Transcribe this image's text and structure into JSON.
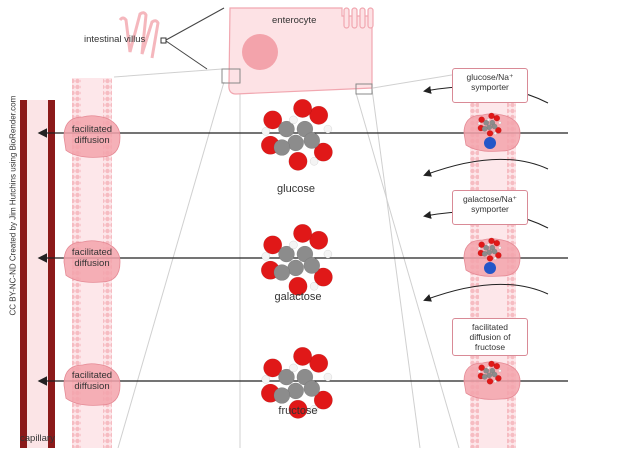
{
  "labels": {
    "intestinal_villus": "intestinal villus",
    "enterocyte": "enterocyte",
    "capillary": "capillary",
    "credit": "CC BY-NC-ND Created by Jim Hutchins using BioRender.com"
  },
  "rows": [
    {
      "sugar": "glucose",
      "left_transport": [
        "facilitated",
        "diffusion"
      ],
      "right_box": [
        "glucose/Na⁺",
        "symporter"
      ]
    },
    {
      "sugar": "galactose",
      "left_transport": [
        "facilitated",
        "diffusion"
      ],
      "right_box": [
        "galactose/Na⁺",
        "symporter"
      ]
    },
    {
      "sugar": "fructose",
      "left_transport": [
        "facilitated",
        "diffusion"
      ],
      "right_box": [
        "facilitated",
        "diffusion of",
        "fructose"
      ]
    }
  ],
  "colors": {
    "capillary_dark": "#8b1a1a",
    "membrane_pink": "#f4b6bd",
    "protein_pink": "#f3a3ab",
    "oxygen_red": "#e01818",
    "carbon_gray": "#8c8c8c",
    "sodium_blue": "#2456c8"
  }
}
